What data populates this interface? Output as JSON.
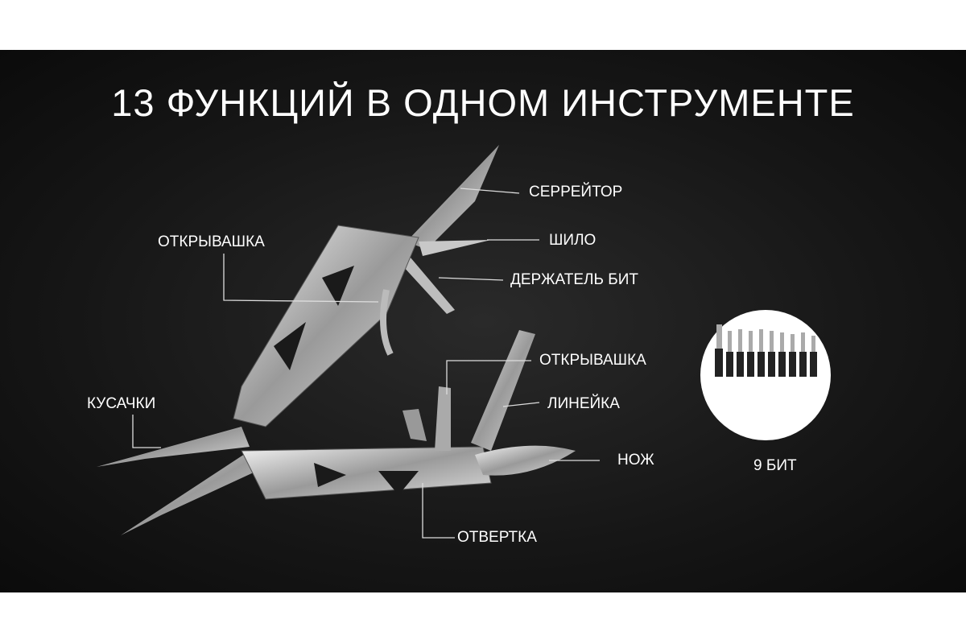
{
  "title": "13 ФУНКЦИЙ В ОДНОМ ИНСТРУМЕНТЕ",
  "labels": {
    "serrator": "СЕРРЕЙТОР",
    "awl": "ШИЛО",
    "bit_holder": "ДЕРЖАТЕЛЬ БИТ",
    "opener_left": "ОТКРЫВАШКА",
    "opener_right": "ОТКРЫВАШКА",
    "ruler": "ЛИНЕЙКА",
    "knife": "НОЖ",
    "pliers": "КУСАЧКИ",
    "screwdriver": "ОТВЕРТКА"
  },
  "bits_caption": "9 БИТ"
}
